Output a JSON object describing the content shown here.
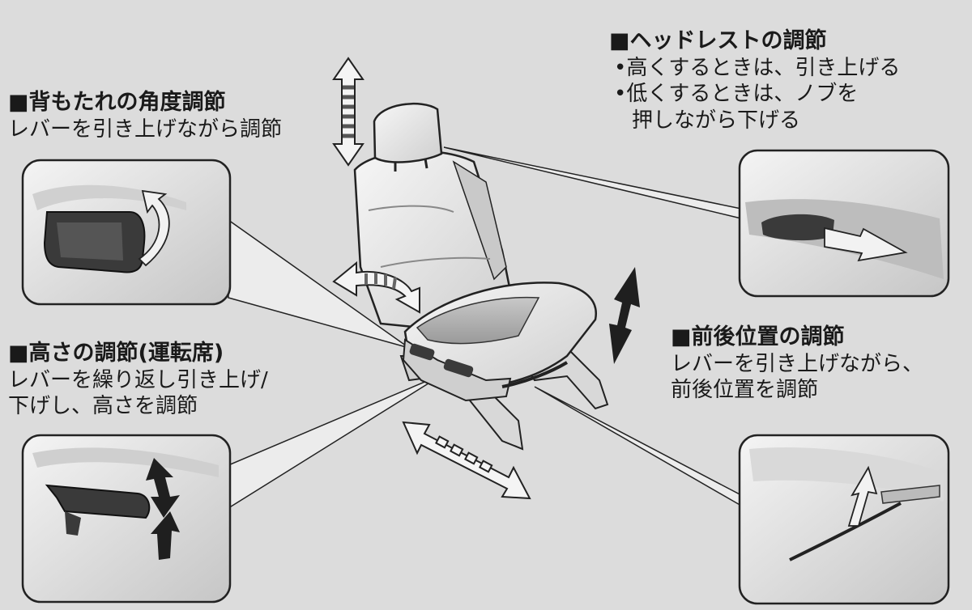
{
  "sections": {
    "backrest": {
      "title": "■背もたれの角度調節",
      "lines": [
        "レバーを引き上げながら調節"
      ]
    },
    "height": {
      "title": "■高さの調節(運転席)",
      "lines": [
        "レバーを繰り返し引き上げ/",
        "下げし、高さを調節"
      ]
    },
    "headrest": {
      "title": "■ヘッドレストの調節",
      "lines": [
        "•高くするときは、引き上げる",
        "•低くするときは、ノブを",
        "押しながら下げる"
      ]
    },
    "slide": {
      "title": "■前後位置の調節",
      "lines": [
        "レバーを引き上げながら、",
        "前後位置を調節"
      ]
    }
  },
  "colors": {
    "background": "#dcdcdc",
    "seat": "#efefef",
    "seat_shadow": "#bdbdbd",
    "lever": "#3a3a3a",
    "outline": "#222222",
    "arrow_fill": "#ffffff"
  }
}
